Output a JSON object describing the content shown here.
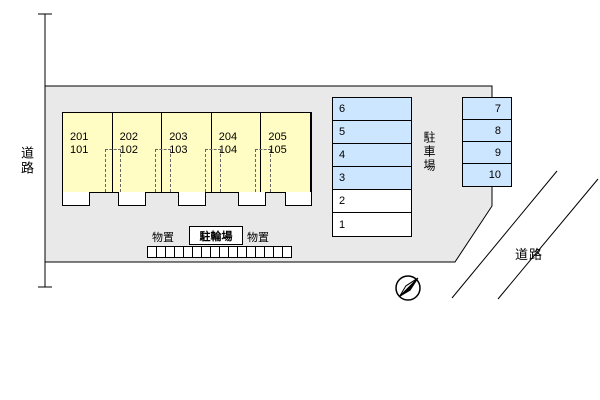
{
  "colors": {
    "plot_fill": "#E9E9E9",
    "building_fill": "#FFFCC4",
    "parking_occupied_fill": "#CDE6FF",
    "parking_vacant_fill": "#FFFFFF"
  },
  "labels": {
    "road_left": "道路",
    "road_right": "道路",
    "parking_lot": "駐車場",
    "bicycle_parking": "駐輪場",
    "storage_left": "物置",
    "storage_right": "物置"
  },
  "building": {
    "units": [
      {
        "upper": "201",
        "lower": "101"
      },
      {
        "upper": "202",
        "lower": "102"
      },
      {
        "upper": "203",
        "lower": "103"
      },
      {
        "upper": "204",
        "lower": "104"
      },
      {
        "upper": "205",
        "lower": "105"
      }
    ]
  },
  "parking": {
    "middle_column": [
      {
        "number": "6",
        "fill": "#CDE6FF"
      },
      {
        "number": "5",
        "fill": "#CDE6FF"
      },
      {
        "number": "4",
        "fill": "#CDE6FF"
      },
      {
        "number": "3",
        "fill": "#CDE6FF"
      },
      {
        "number": "2",
        "fill": "#FFFFFF"
      },
      {
        "number": "1",
        "fill": "#FFFFFF"
      }
    ],
    "right_column": [
      {
        "number": "7",
        "fill": "#CDE6FF"
      },
      {
        "number": "8",
        "fill": "#CDE6FF"
      },
      {
        "number": "9",
        "fill": "#CDE6FF"
      },
      {
        "number": "10",
        "fill": "#CDE6FF"
      }
    ]
  }
}
